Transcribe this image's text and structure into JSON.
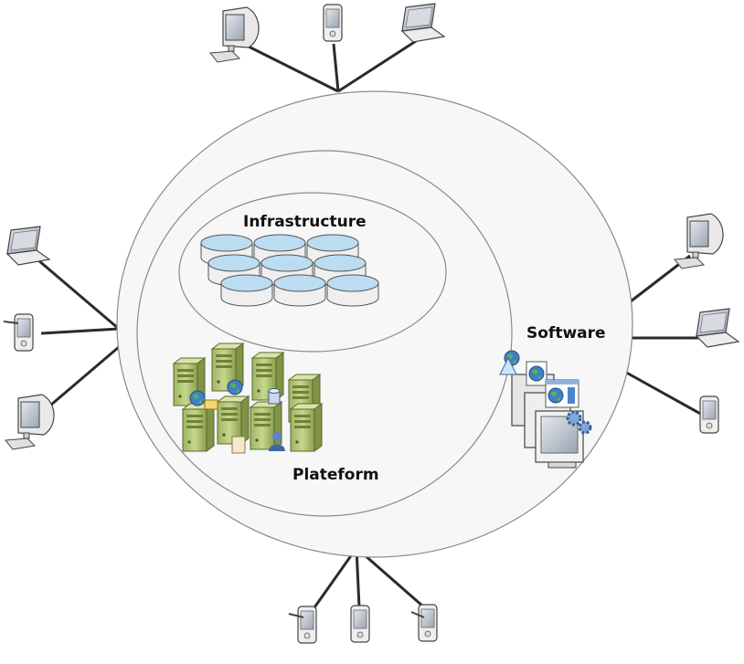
{
  "labels": {
    "infrastructure": "Infrastructure",
    "platform": "Plateform",
    "software": "Software"
  },
  "colors": {
    "ring_fill": "#f7f7f7",
    "ring_stroke": "#8a8a8a",
    "disk_top": "#bcdcf2",
    "disk_body": "#eeeeee",
    "server": "#b5c87e",
    "device_body": "#e8e8e8",
    "screen": "#c9ced6",
    "connector": "#2b2b2b"
  },
  "icons": {
    "storage": "storage-disk-icon",
    "server": "server-tower-icon",
    "software": "software-app-icon",
    "monitor": "desktop-computer-icon",
    "laptop": "laptop-icon",
    "pda": "pda-icon"
  }
}
